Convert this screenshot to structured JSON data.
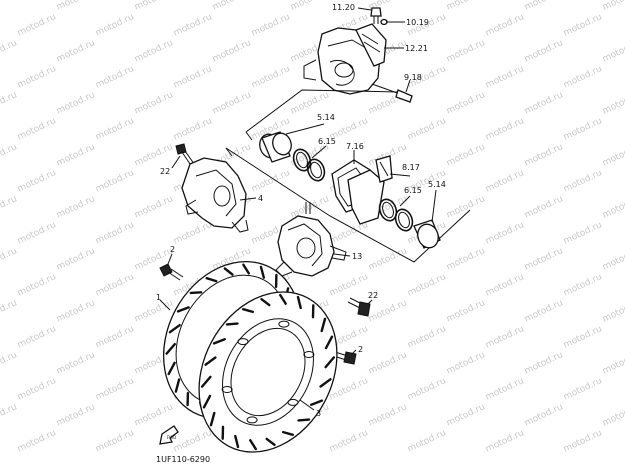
{
  "diagram": {
    "code": "1UF110-6290",
    "watermark": "motod.ru",
    "callouts": [
      {
        "id": "c11-20",
        "text": "11.20"
      },
      {
        "id": "c10-19",
        "text": "10.19"
      },
      {
        "id": "c12-21",
        "text": "12.21"
      },
      {
        "id": "c9-18",
        "text": "9.18"
      },
      {
        "id": "c5-14a",
        "text": "5.14"
      },
      {
        "id": "c6-15a",
        "text": "6.15"
      },
      {
        "id": "c7-16",
        "text": "7.16"
      },
      {
        "id": "c8-17",
        "text": "8.17"
      },
      {
        "id": "c6-15b",
        "text": "6.15"
      },
      {
        "id": "c5-14b",
        "text": "5.14"
      },
      {
        "id": "c22a",
        "text": "22"
      },
      {
        "id": "c4",
        "text": "4"
      },
      {
        "id": "c13",
        "text": "13"
      },
      {
        "id": "c2a",
        "text": "2"
      },
      {
        "id": "c22b",
        "text": "22"
      },
      {
        "id": "c1",
        "text": "1"
      },
      {
        "id": "c2b",
        "text": "2"
      },
      {
        "id": "c3",
        "text": "3"
      }
    ]
  }
}
